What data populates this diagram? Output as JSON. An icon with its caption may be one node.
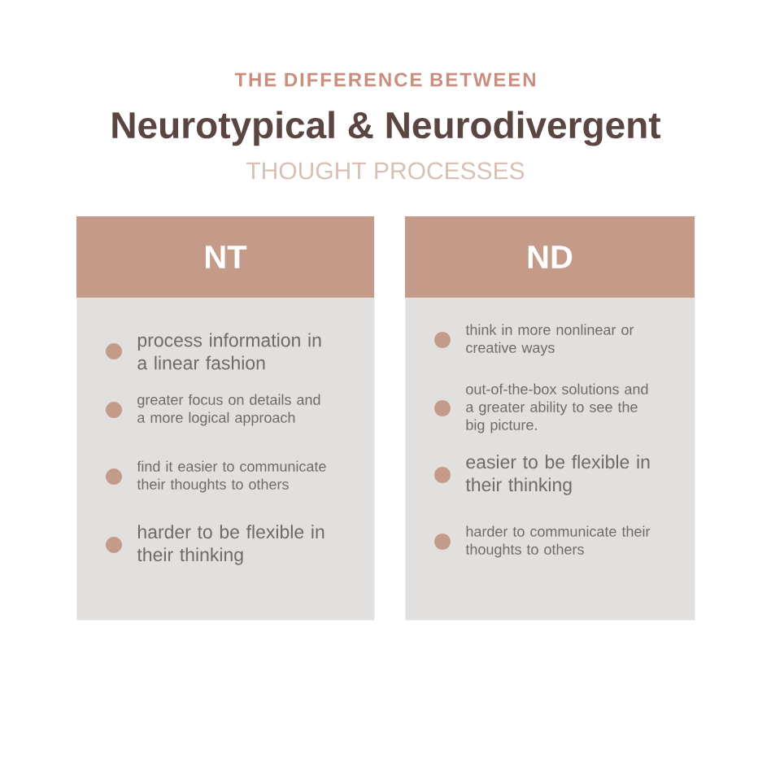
{
  "diagram": {
    "title": "Neurotypical & Neurodivergent",
    "nodes": [
      {
        "text": [
          "NT",
          "process information in a linear fashion",
          "greater focus on details and a more logical approach",
          "find it easier to communicate their thoughts to others",
          "harder to be flexible in their thinking"
        ]
      },
      {
        "text": [
          "ND",
          "think in more nonlinear or creative ways",
          "out-of-the-box solutions and a greater ability to see the big picture.",
          "easier to be flexible in their thinking",
          "harder to communicate their thoughts to others"
        ]
      }
    ],
    "labels": [
      "THE DIFFERENCE BETWEEN",
      "THOUGHT PROCESSES"
    ]
  }
}
